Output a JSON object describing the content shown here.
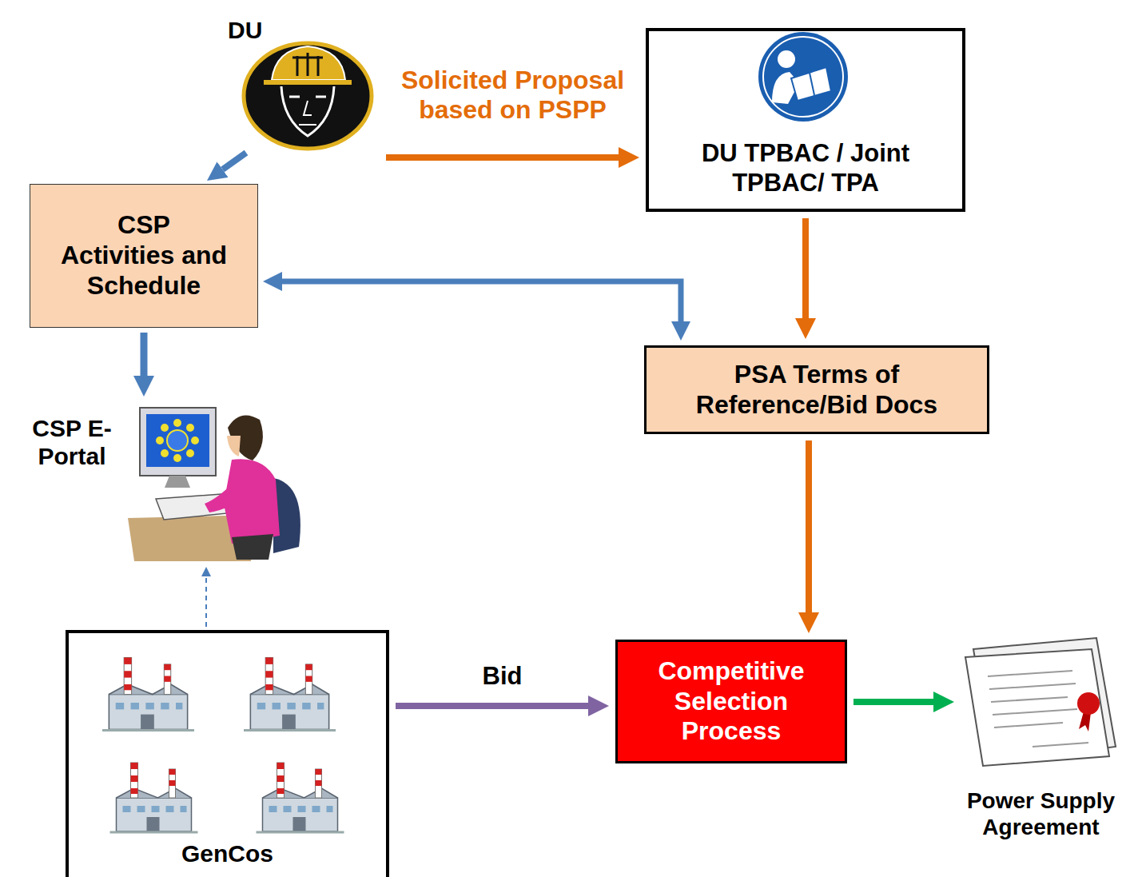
{
  "diagram": {
    "nodes": [
      {
        "text": [
          "DU"
        ]
      },
      {
        "text": [
          "DU TPBAC / Joint TPBAC/ TPA"
        ]
      },
      {
        "text": [
          "CSP Activities and Schedule"
        ]
      },
      {
        "text": [
          "PSA Terms of Reference/Bid Docs"
        ]
      },
      {
        "text": [
          "CSP E-Portal"
        ]
      },
      {
        "text": [
          "GenCos"
        ]
      },
      {
        "text": [
          "Competitive Selection Process"
        ]
      },
      {
        "text": [
          "Power Supply Agreement"
        ]
      }
    ],
    "edges": [
      {
        "from": 0,
        "to": 2,
        "arrow": "to"
      },
      {
        "from": 0,
        "to": 1,
        "label": "Solicited Proposal based on PSPP",
        "arrow": "to"
      },
      {
        "from": 1,
        "to": 3,
        "arrow": "to"
      },
      {
        "from": 2,
        "to": 3,
        "arrow": "both"
      },
      {
        "from": 2,
        "to": 4,
        "arrow": "to"
      },
      {
        "from": 3,
        "to": 6,
        "arrow": "to"
      },
      {
        "from": 5,
        "to": 4,
        "arrow": "to"
      },
      {
        "from": 5,
        "to": 6,
        "label": "Bid",
        "arrow": "to"
      },
      {
        "from": 6,
        "to": 7,
        "arrow": "to"
      }
    ]
  }
}
